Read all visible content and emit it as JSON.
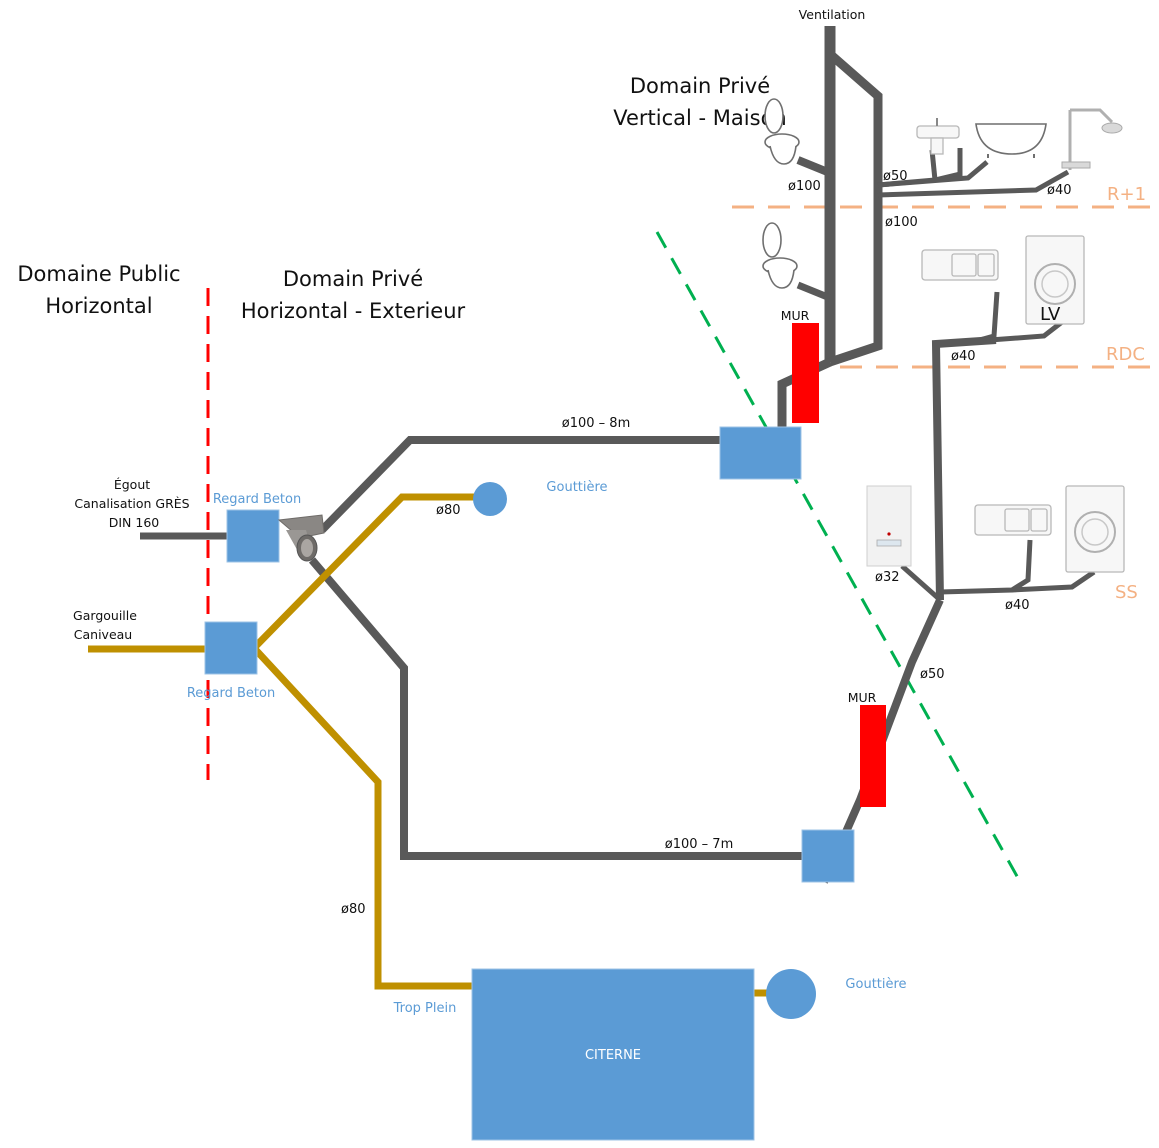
{
  "colors": {
    "pipe_waste": "#595959",
    "pipe_rain": "#bf9000",
    "box_blue": "#5b9bd5",
    "wall_red": "#ff0000",
    "boundary_public": "#ff0000",
    "boundary_house": "#00b050",
    "floor_level": "#f4b183"
  },
  "zones": {
    "public": {
      "line1": "Domaine Public",
      "line2": "Horizontal"
    },
    "private_exterior": {
      "line1": "Domain Privé",
      "line2": "Horizontal - Exterieur"
    },
    "private_house": {
      "line1": "Domain Privé",
      "line2": "Vertical - Maison"
    }
  },
  "levels": {
    "upper": "R+1",
    "ground": "RDC",
    "basement": "SS"
  },
  "labels": {
    "ventilation": "Ventilation",
    "sewer": {
      "line1": "Égout",
      "line2": "Canalisation GRÈS",
      "line3": "DIN 160"
    },
    "gutter_drain": {
      "line1": "Gargouille",
      "line2": "Caniveau"
    },
    "manhole_top": "Regard Beton",
    "manhole_bottom": "Regard Beton",
    "gutter_mid": "Gouttière",
    "gutter_bottom": "Gouttière",
    "overflow": "Trop Plein",
    "tank": "CITERNE",
    "wall_top": "MUR",
    "wall_bottom": "MUR",
    "washing_machine": "LV"
  },
  "dimensions": {
    "wc_upper": "ø100",
    "sink_bath_upper": "ø50",
    "shower_upper": "ø40",
    "stack_upper": "ø100",
    "kitchen_ground": "ø40",
    "pipe_top_run": "ø100 – 8m",
    "rain_mid": "ø80",
    "boiler": "ø32",
    "kitchen_basement": "ø40",
    "basement_drop": "ø50",
    "pipe_bottom_run": "ø100 – 7m",
    "rain_tank": "ø80"
  },
  "fixtures": [
    "toilet-upper",
    "washbasin",
    "bathtub",
    "shower",
    "toilet-ground",
    "kitchen-sink-ground",
    "washing-machine-ground",
    "boiler",
    "kitchen-sink-basement",
    "washing-machine-basement",
    "y-junction-fitting"
  ]
}
